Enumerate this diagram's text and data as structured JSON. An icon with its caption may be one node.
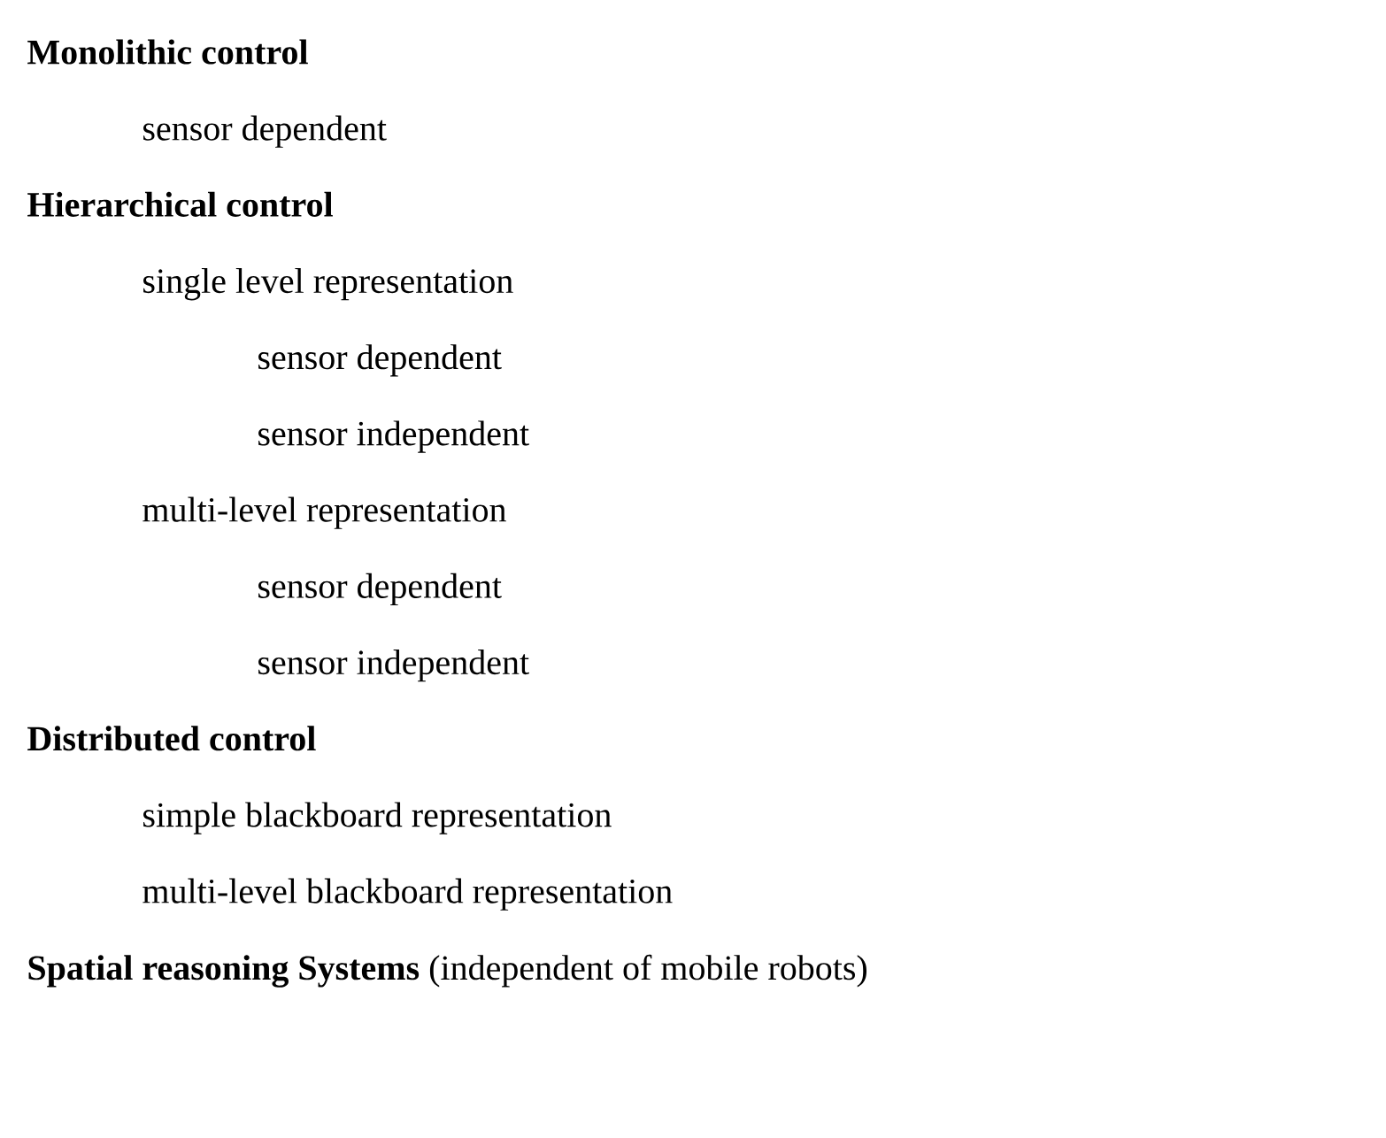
{
  "diagram": {
    "labels": [
      "Monolithic control",
      "sensor dependent",
      "Hierarchical control",
      "single level representation",
      "sensor dependent",
      "sensor independent",
      "multi-level representation",
      "sensor dependent",
      "sensor independent",
      "Distributed control",
      "simple blackboard representation",
      "multi-level blackboard representation",
      "**Spatial reasoning Systems** (independent of mobile robots)"
    ]
  }
}
